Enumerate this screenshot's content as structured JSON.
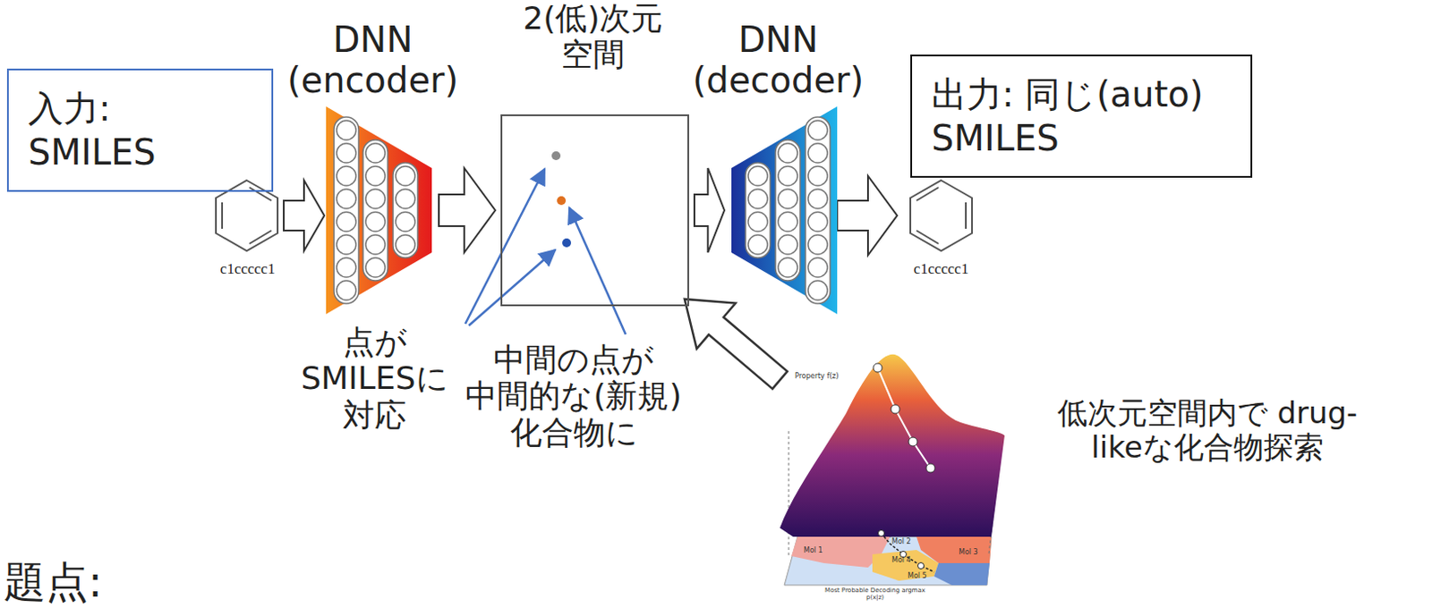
{
  "diagram": {
    "nodes": [
      {
        "text": [
          "入力: SMILES"
        ]
      },
      {
        "text": [
          "DNN (encoder)"
        ]
      },
      {
        "text": [
          "2(低)次元 空間"
        ]
      },
      {
        "text": [
          "DNN (decoder)"
        ]
      },
      {
        "text": [
          "出力: 同じ(auto) SMILES"
        ]
      }
    ],
    "edges": [
      {
        "from": 1,
        "to": 2,
        "arrow": "to"
      },
      {
        "from": 2,
        "to": 3,
        "arrow": "to"
      }
    ],
    "labels": [
      "c1ccccc1",
      "c1ccccc1",
      "点が SMILESに 対応",
      "中間の点が 中間的な(新規) 化合物に",
      "低次元空間内で drug-likeな化合物探索",
      "Property f(z)",
      "Mol 1",
      "Mol 2",
      "Mol 3",
      "Mol 4",
      "Mol 5",
      "Most Probable Decoding argmax p(x|z)",
      "題点:"
    ]
  }
}
